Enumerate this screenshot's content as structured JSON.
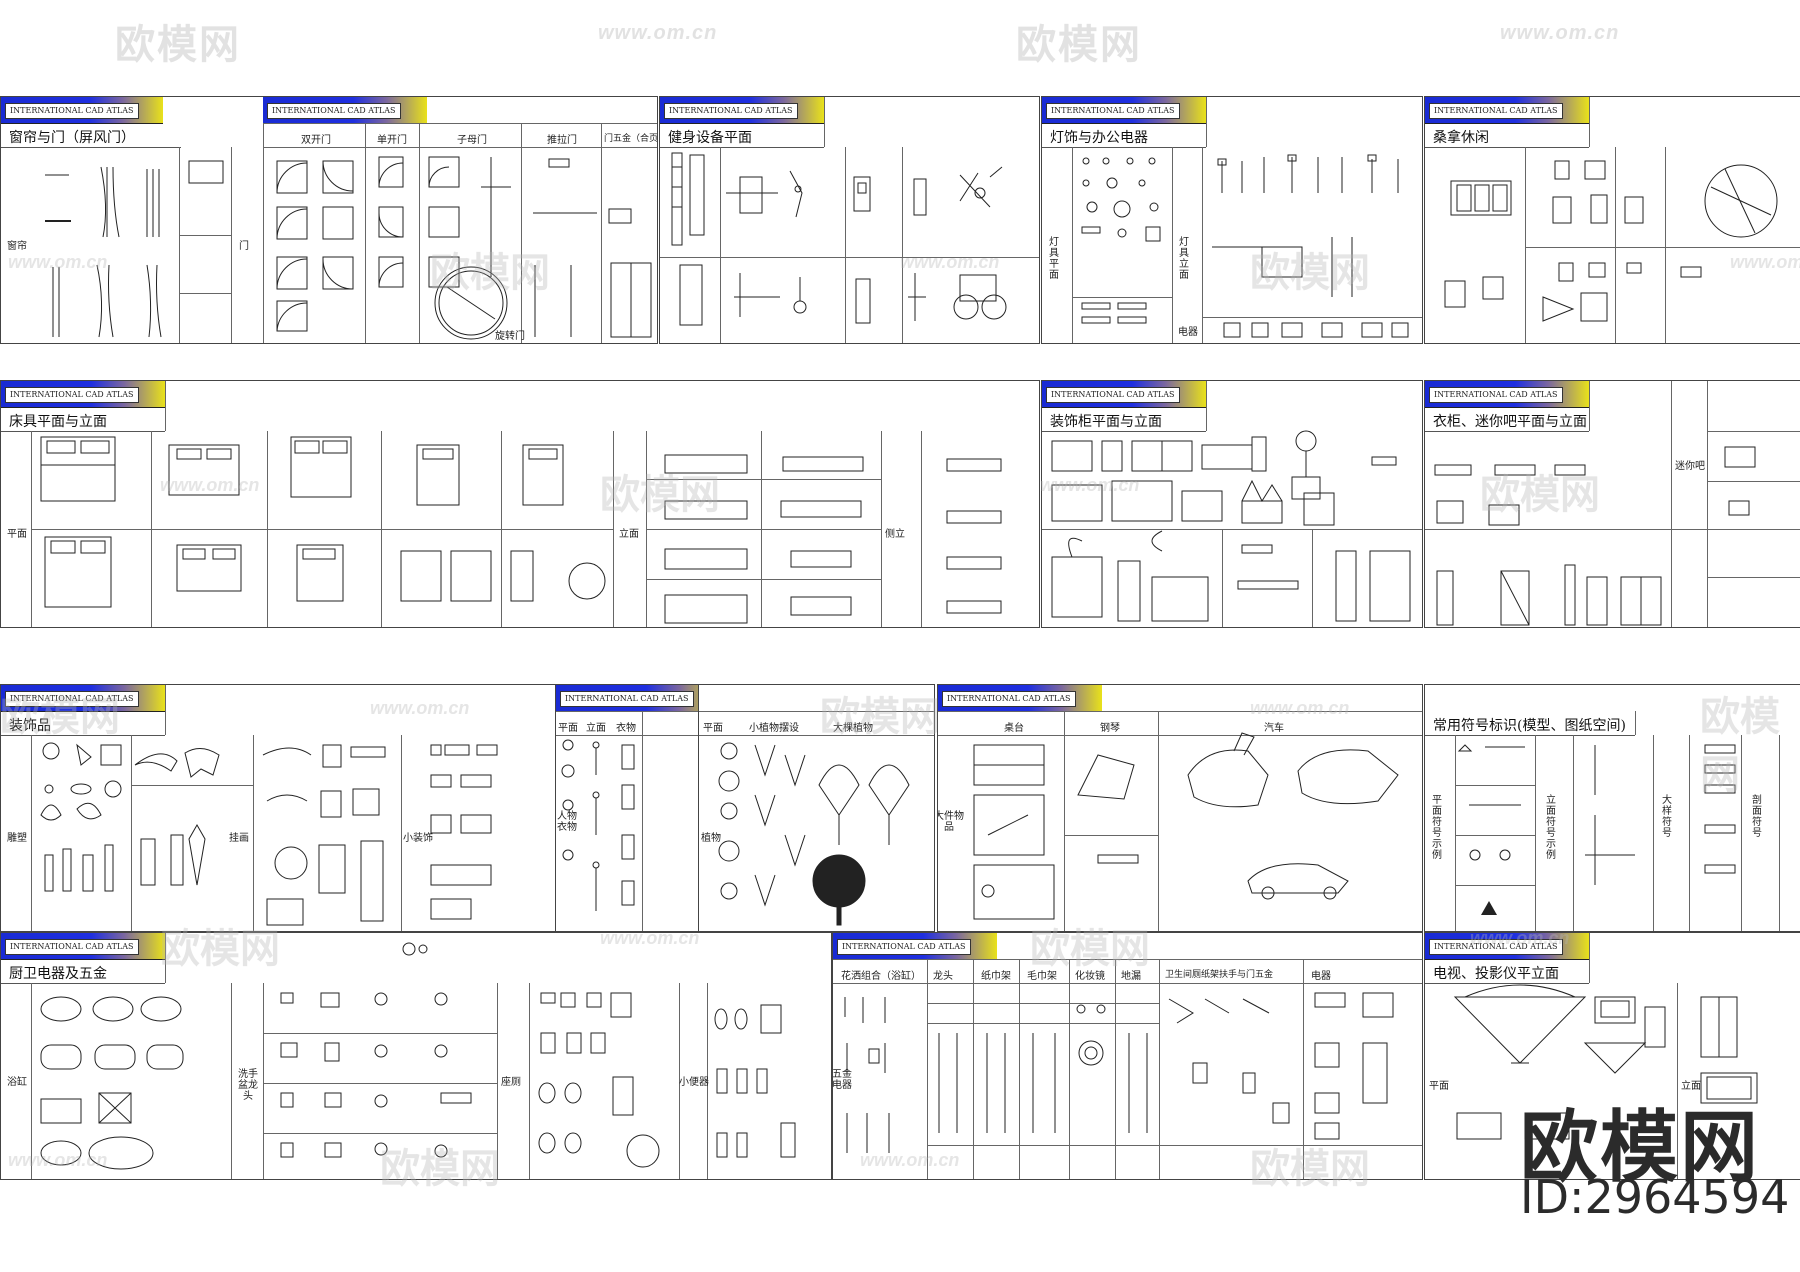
{
  "watermark": {
    "logo_text": "欧模网",
    "url_text": "www.om.cn"
  },
  "atlas_label": "INTERNATIONAL CAD ATLAS",
  "sheets": [
    {
      "title": "窗帘与门（屏风门）",
      "labels": [
        "窗帘",
        "门"
      ],
      "col_heads": [
        "双开门",
        "单开门",
        "子母门",
        "推拉门",
        "门五金（合页）"
      ],
      "note": "旋转门"
    },
    {
      "title": "健身设备平面"
    },
    {
      "title": "灯饰与办公电器",
      "labels": [
        "灯具平面",
        "灯具立面",
        "电器"
      ]
    },
    {
      "title": "桑拿休闲"
    },
    {
      "title": "床具平面与立面",
      "labels": [
        "平面",
        "立面",
        "侧立"
      ]
    },
    {
      "title": "装饰柜平面与立面"
    },
    {
      "title": "衣柜、迷你吧平面与立面",
      "labels": [
        "迷你吧"
      ]
    },
    {
      "title": "装饰品",
      "labels": [
        "雕塑",
        "挂画",
        "小装饰"
      ]
    },
    {
      "col_heads": [
        "平面",
        "立面",
        "衣物"
      ],
      "labels": [
        "人物衣物"
      ]
    },
    {
      "col_heads": [
        "平面",
        "小植物摆设",
        "大棵植物"
      ],
      "labels": [
        "植物"
      ]
    },
    {
      "col_heads": [
        "桌台",
        "钢琴",
        "汽车"
      ],
      "labels": [
        "大件物品"
      ]
    },
    {
      "title": "常用符号标识(模型、图纸空间)",
      "labels": [
        "平面符号示例",
        "立面符号示例",
        "大样符号",
        "剖面符号"
      ]
    },
    {
      "title": "厨卫电器及五金",
      "labels": [
        "浴缸",
        "洗手盆龙头",
        "座厕",
        "小便器"
      ]
    },
    {
      "col_heads": [
        "花洒组合（浴缸）",
        "龙头",
        "纸巾架",
        "毛巾架",
        "化妆镜",
        "地漏",
        "卫生间厕纸架扶手与门五金",
        "电器"
      ],
      "labels": [
        "五金电器"
      ]
    },
    {
      "title": "电视、投影仪平立面",
      "labels": [
        "平面",
        "立面"
      ]
    }
  ],
  "brand": {
    "name": "欧模网",
    "id_text": "ID:2964594"
  },
  "colors": {
    "header_blue": "#1f2fe0",
    "header_yellow": "#e9e21a",
    "line": "#444444"
  }
}
